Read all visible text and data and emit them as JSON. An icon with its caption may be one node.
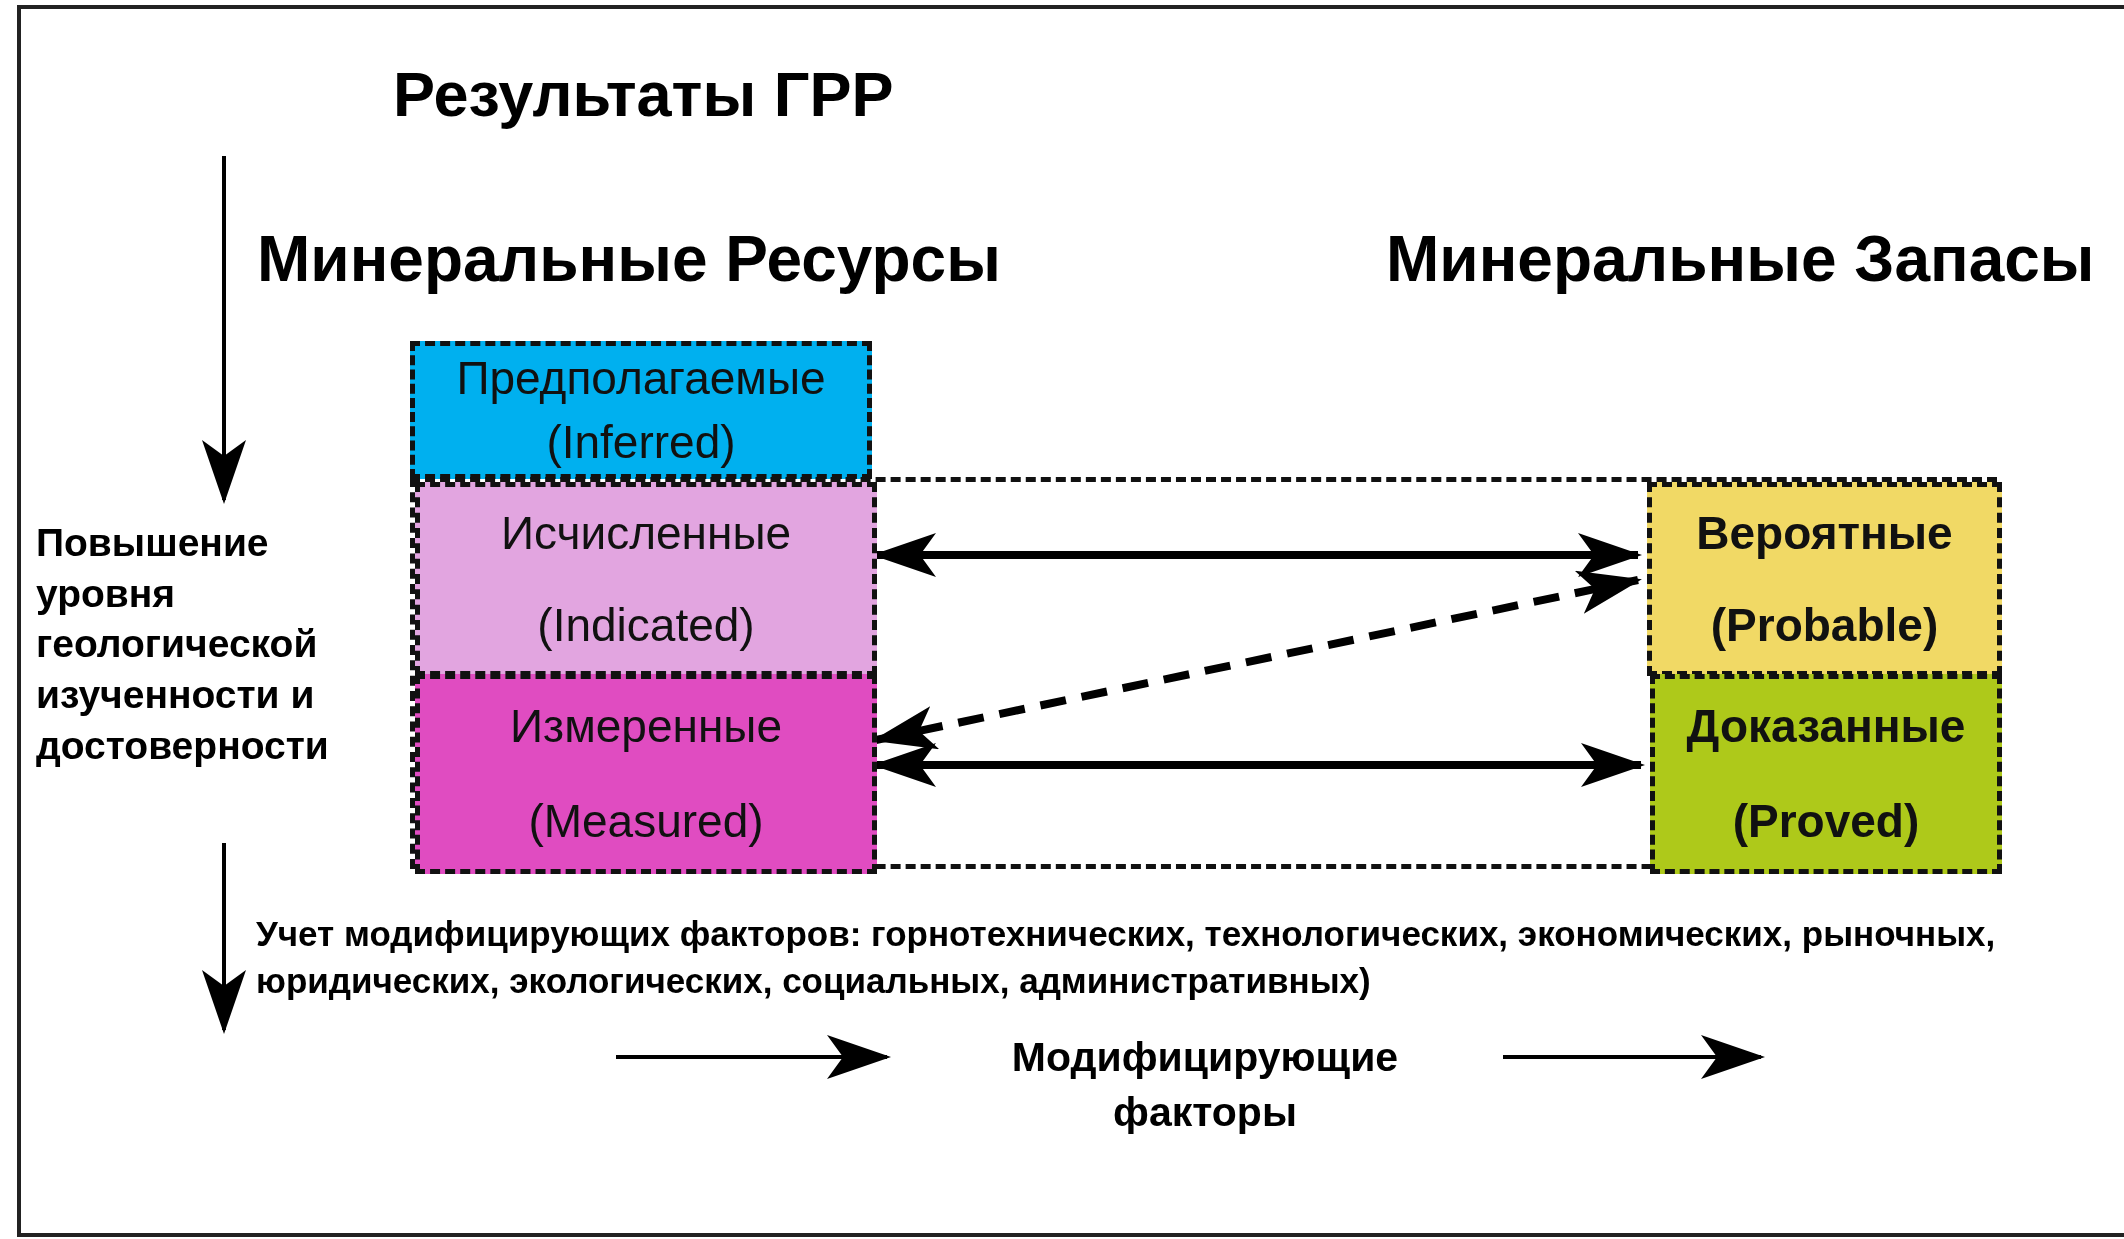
{
  "diagram": {
    "nodes": [
      {
        "text": [
          "Предполагаемые",
          "(Inferred)"
        ]
      },
      {
        "text": [],
        "shape": "box"
      },
      {
        "text": [
          "Исчисленные",
          "(Indicated)"
        ],
        "in": 1
      },
      {
        "text": [
          "Измеренные",
          "(Measured)"
        ],
        "in": 1
      },
      {
        "text": [
          "Вероятные",
          "(Probable)"
        ],
        "in": 1
      },
      {
        "text": [
          "Доказанные",
          "(Proved)"
        ],
        "in": 1
      }
    ],
    "edges": [
      {
        "from": 2,
        "to": 4,
        "arrow": "both"
      },
      {
        "from": 3,
        "to": 4,
        "arrow": "both",
        "style": "dashed"
      },
      {
        "from": 3,
        "to": 5,
        "arrow": "both"
      }
    ],
    "labels": [
      "Результаты ГРР",
      "Минеральные Ресурсы",
      "Минеральные Запасы",
      "Повышение уровня геологической изученности и достоверности",
      "Учет модифицирующих факторов: горнотехнических, технологических, экономических, рыночных, юридических, экологических, социальных, административных)",
      "Модифицирующие факторы"
    ]
  }
}
